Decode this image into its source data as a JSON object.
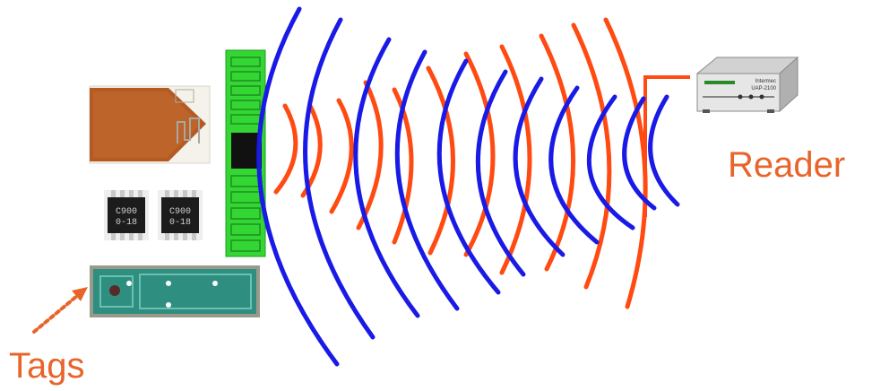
{
  "labels": {
    "reader": "Reader",
    "tags": "Tags"
  },
  "reader_device": {
    "brand": "Intermec",
    "model": "UAP-2100"
  },
  "chips": [
    {
      "line1": "C900",
      "line2": "0-18"
    },
    {
      "line1": "C900",
      "line2": "0-18"
    }
  ],
  "colors": {
    "label_text": "#e8642a",
    "outgoing_wave": "#1a1ae6",
    "return_wave": "#ff4a12",
    "dotted_arrow": "#e8642a",
    "green_tag": "#33d633",
    "copper_tag": "#b65a24",
    "teal_tag": "#2e8f80"
  },
  "icons": {
    "tags": [
      "copper-antenna-tag",
      "chip-tag",
      "chip-tag",
      "green-strip-tag",
      "teal-inlay-tag"
    ],
    "reader": "rfid-reader-device"
  }
}
